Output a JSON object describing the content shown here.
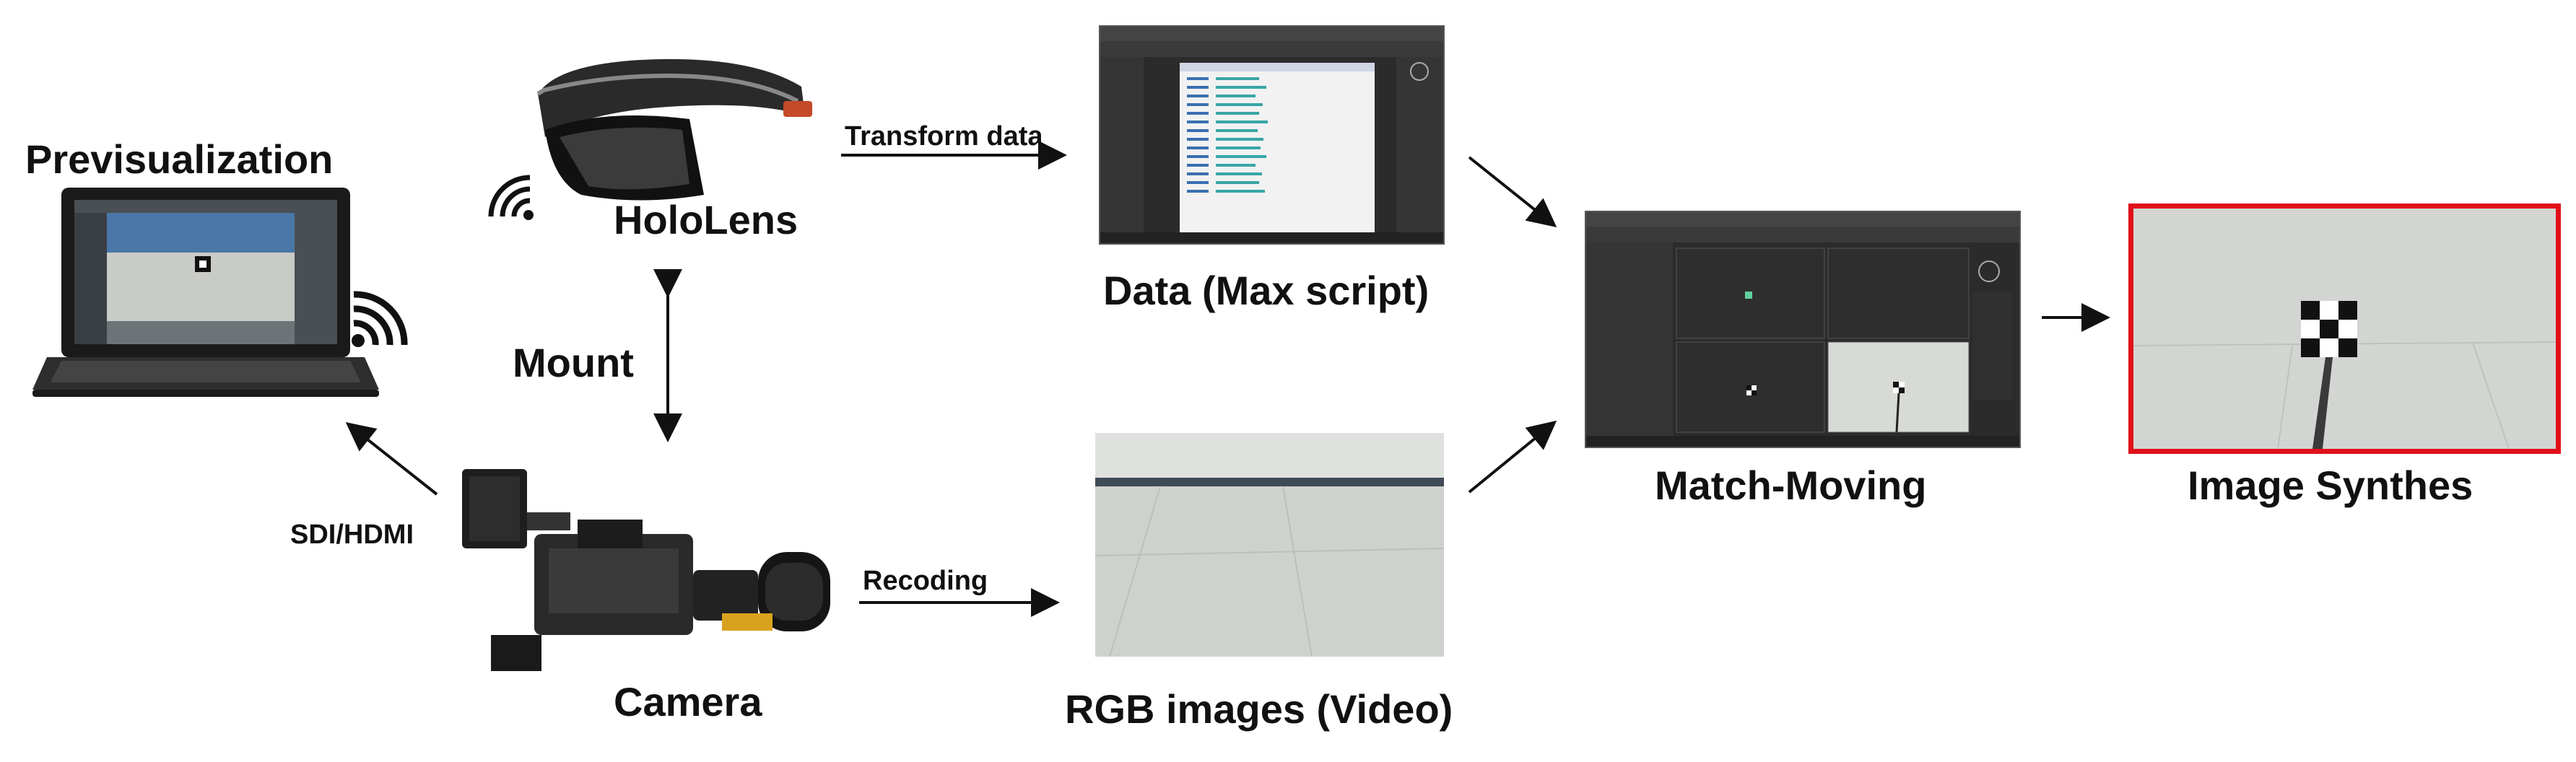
{
  "nodes": {
    "previsualization": "Previsualization",
    "hololens": "HoloLens",
    "mount": "Mount",
    "camera": "Camera",
    "data": "Data (Max script)",
    "rgb": "RGB images (Video)",
    "matchmoving": "Match-Moving",
    "synthesis": "Image Synthes"
  },
  "edges": {
    "transform_data": "Transform data",
    "sdi_hdmi": "SDI/HDMI",
    "recoding": "Recoding"
  },
  "colors": {
    "arrow": "#111111",
    "highlight_border": "#e0101a",
    "ui_dark": "#2b2b2b",
    "viewport_light": "#d8dad6"
  },
  "icons": [
    "laptop-icon",
    "hololens-headset-icon",
    "wifi-icon",
    "camera-icon",
    "max-script-screenshot",
    "video-frame-image",
    "match-moving-screenshot",
    "synthesized-image"
  ]
}
